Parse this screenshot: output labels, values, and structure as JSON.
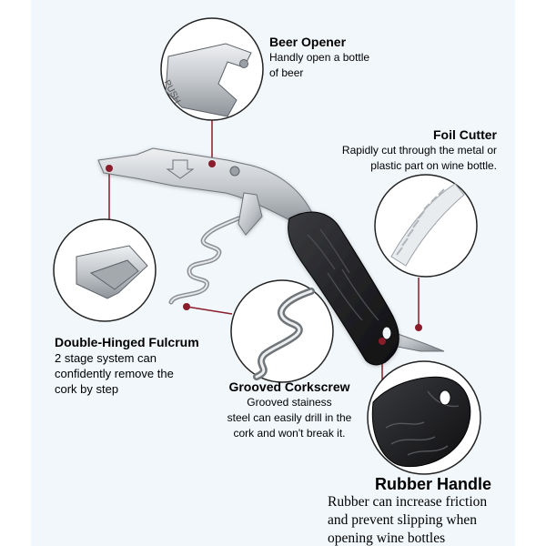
{
  "features": {
    "beer_opener": {
      "title": "Beer Opener",
      "description": [
        "Handly open a bottle",
        "of beer"
      ],
      "stamp": "PUSH"
    },
    "foil_cutter": {
      "title": "Foil Cutter",
      "description": [
        "Rapidly cut through the metal or",
        "plastic part on wine bottle."
      ]
    },
    "fulcrum": {
      "title": "Double-Hinged Fulcrum",
      "description": [
        "2 stage system can",
        "confidently remove the",
        "cork by step"
      ]
    },
    "corkscrew": {
      "title": "Grooved Corkscrew",
      "description": [
        "Grooved stainess",
        "steel can easily drill in the",
        "cork and won't break it."
      ]
    },
    "handle": {
      "title": "Rubber Handle",
      "description": [
        "Rubber can increase friction",
        "and prevent slipping when",
        "opening wine bottles"
      ]
    }
  },
  "colors": {
    "background": "#f1f7fb",
    "marker": "#8b1c2b",
    "leader_line": "#8b1c2b",
    "steel": "#c7cbcf",
    "rubber": "#1c1c1e",
    "text": "#000000"
  }
}
